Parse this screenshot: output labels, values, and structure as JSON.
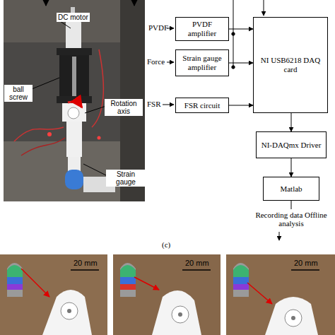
{
  "diagram": {
    "nodes": [
      {
        "text": [
          "PVDF amplifier"
        ]
      },
      {
        "text": [
          "Strain gauge amplifier"
        ]
      },
      {
        "text": [
          "FSR circuit"
        ]
      },
      {
        "text": [
          "NI USB6218 DAQ card"
        ]
      },
      {
        "text": [
          "NI-DAQmx Driver"
        ]
      },
      {
        "text": [
          "Matlab"
        ]
      }
    ],
    "edges": [
      {
        "from": 0,
        "to": 3,
        "arrow": "to"
      },
      {
        "from": 1,
        "to": 3,
        "arrow": "to"
      },
      {
        "from": 2,
        "to": 3,
        "arrow": "to"
      },
      {
        "from": 3,
        "to": 4,
        "arrow": "to"
      },
      {
        "from": 4,
        "to": 5,
        "arrow": "to"
      }
    ],
    "labels": [
      "DC motor",
      "ball screw",
      "Rotation axis",
      "Strain gauge",
      "PVDF",
      "Force",
      "FSR",
      "Recording data Offline analysis",
      "(c)",
      "20 mm",
      "20 mm",
      "20 mm"
    ]
  }
}
